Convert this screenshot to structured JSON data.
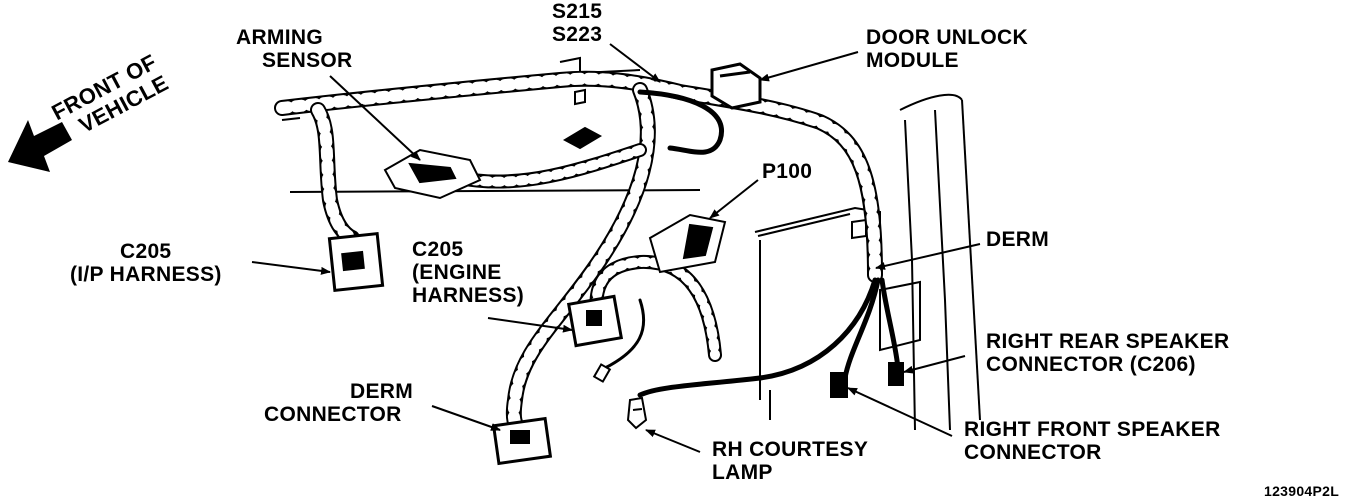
{
  "labels": {
    "front_of_vehicle": [
      "FRONT OF",
      "VEHICLE"
    ],
    "arming_sensor": [
      "ARMING",
      "SENSOR"
    ],
    "s215_s223": [
      "S215",
      "S223"
    ],
    "door_unlock_module": [
      "DOOR UNLOCK",
      "MODULE"
    ],
    "c205_ip": [
      "C205",
      "(I/P HARNESS)"
    ],
    "c205_engine": [
      "C205",
      "(ENGINE",
      "HARNESS)"
    ],
    "p100": "P100",
    "derm": "DERM",
    "derm_connector": [
      "DERM",
      "CONNECTOR"
    ],
    "rh_courtesy_lamp": [
      "RH COURTESY",
      "LAMP"
    ],
    "right_rear_speaker": [
      "RIGHT REAR SPEAKER",
      "CONNECTOR (C206)"
    ],
    "right_front_speaker": [
      "RIGHT FRONT SPEAKER",
      "CONNECTOR"
    ],
    "figure_id": "123904P2L"
  }
}
